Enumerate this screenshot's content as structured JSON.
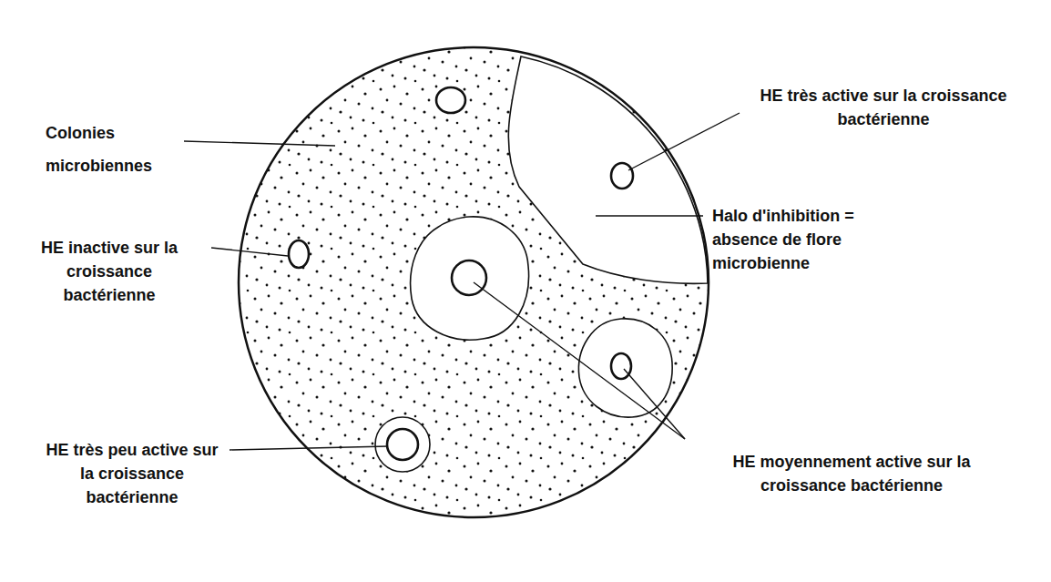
{
  "diagram": {
    "labels": [
      "Colonies microbiennes",
      "HE très active sur la croissance bactérienne",
      "Halo d'inhibition = absence de flore microbienne",
      "HE inactive sur la croissance bactérienne",
      "HE très peu active sur la croissance bactérienne",
      "HE moyennement active sur la croissance bactérienne"
    ]
  }
}
